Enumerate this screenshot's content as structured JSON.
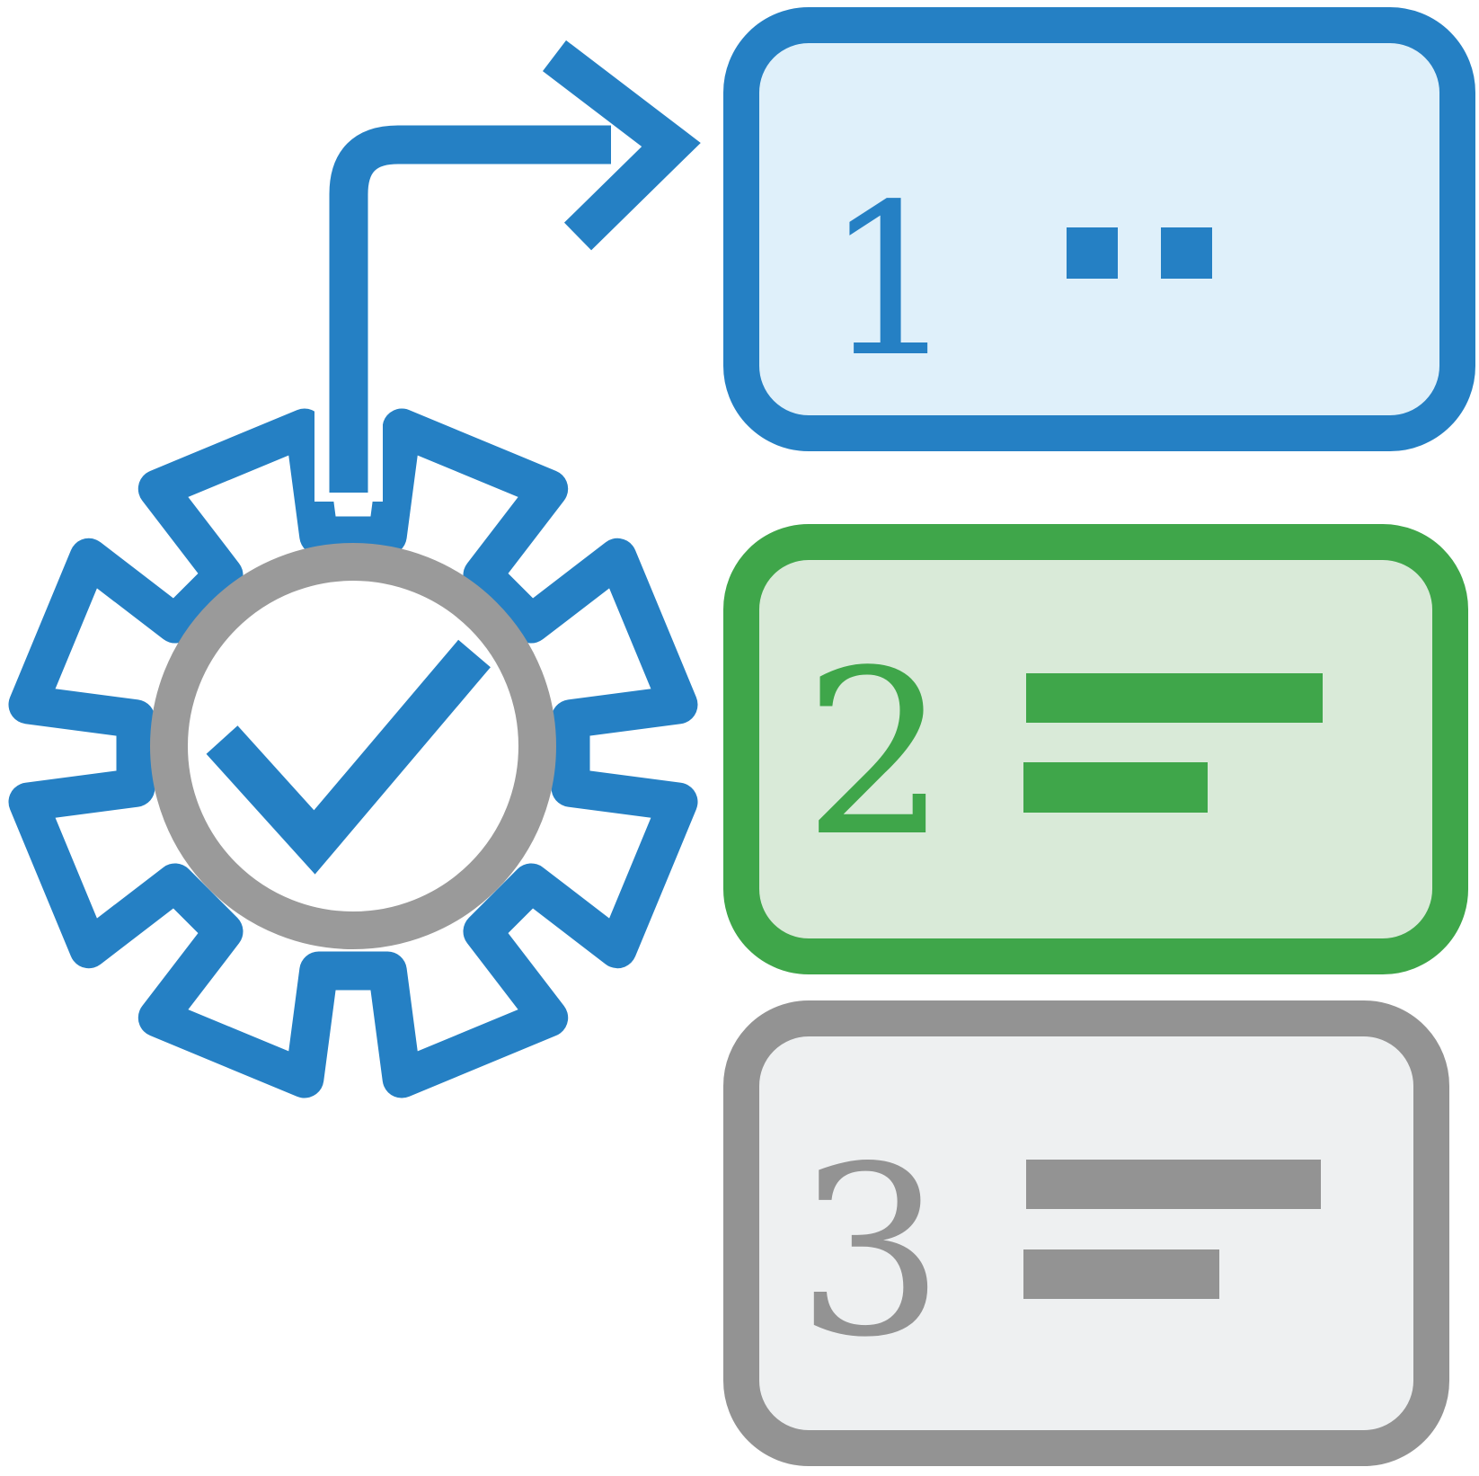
{
  "diagram": {
    "name": "numbered-process-steps-with-gear-checkmark",
    "colors": {
      "blue": "#2580c4",
      "blue_light_fill": "#dff0fa",
      "green": "#3fa64a",
      "green_light_fill": "#d9ead8",
      "gray": "#939393",
      "gray_light_fill": "#eef0f1",
      "ring_gray": "#9a9a9a",
      "background": "#ffffff"
    },
    "icons": {
      "gear": "gear-icon",
      "check": "checkmark-icon",
      "ring": "check-circle-ring",
      "arrow": "flow-arrow-icon"
    },
    "steps": [
      {
        "number": "1",
        "accent": "#2580c4",
        "fill": "#dff0fa",
        "content": "two-square-bullets"
      },
      {
        "number": "2",
        "accent": "#3fa64a",
        "fill": "#d9ead8",
        "content": "two-text-bars"
      },
      {
        "number": "3",
        "accent": "#939393",
        "fill": "#eef0f1",
        "content": "two-text-bars"
      }
    ]
  }
}
